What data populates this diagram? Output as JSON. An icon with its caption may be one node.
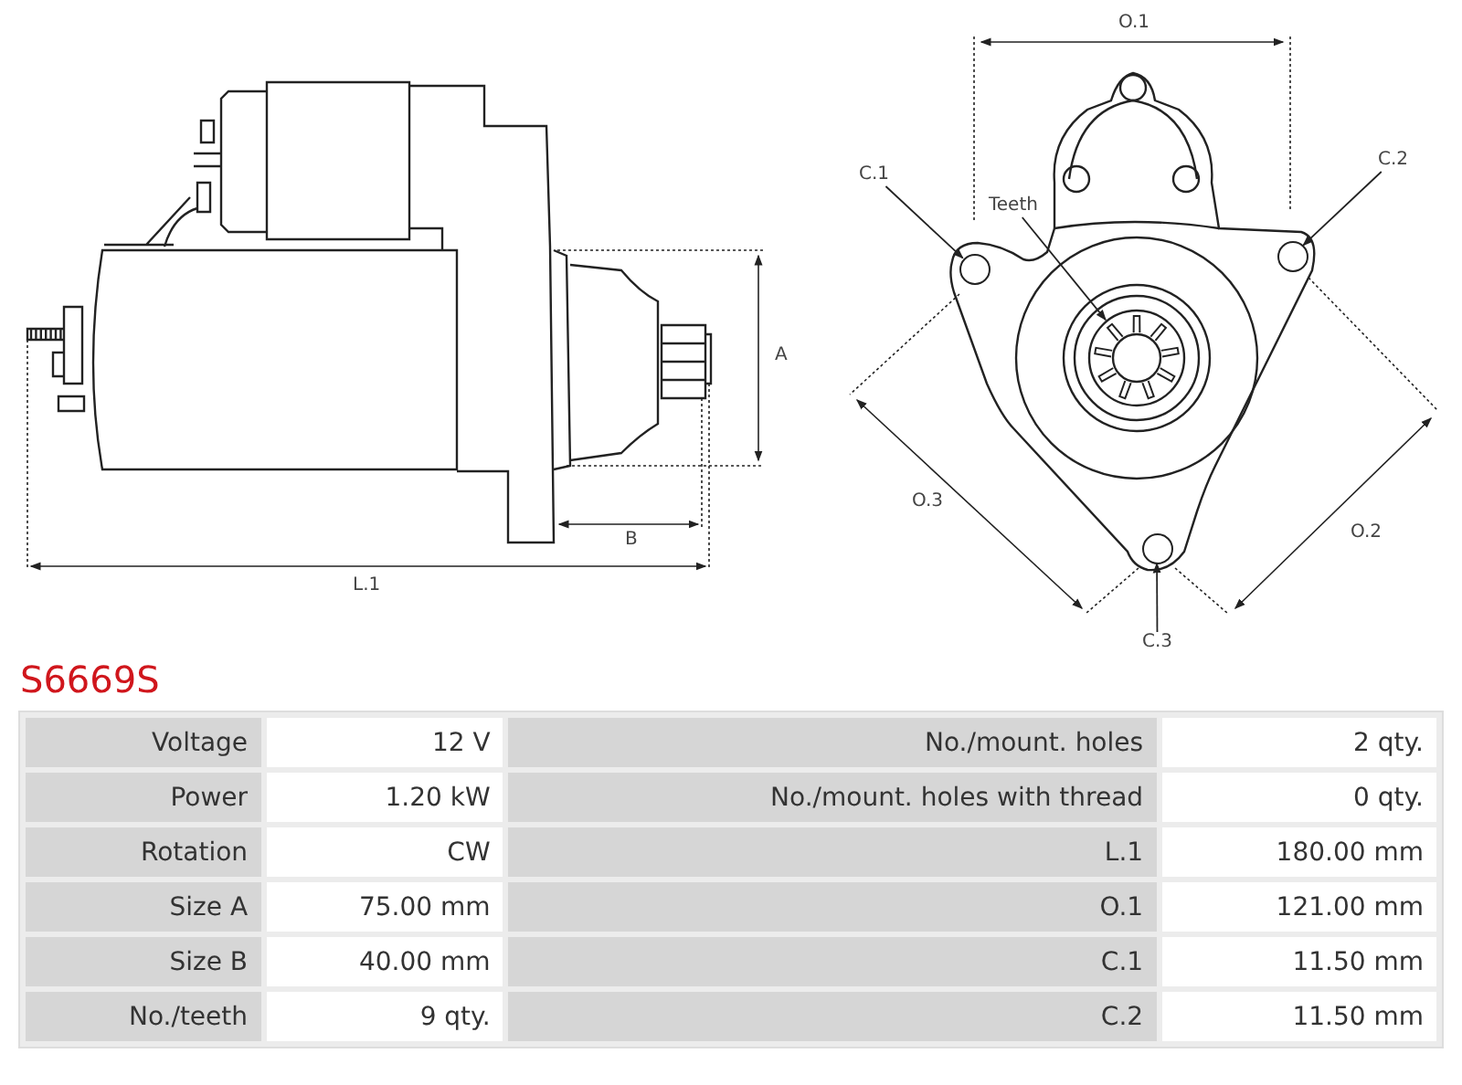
{
  "diagram": {
    "title": "S6669S",
    "nodes": [
      {
        "text": [
          "C.1"
        ]
      },
      {
        "text": [
          "C.2"
        ]
      },
      {
        "text": [
          "Teeth"
        ]
      },
      {
        "text": [
          "C.3"
        ]
      },
      {
        "text": [],
        "shape": "circle"
      },
      {
        "text": [],
        "shape": "circle"
      },
      {
        "text": [],
        "shape": "circle"
      },
      {
        "text": [],
        "shape": "picture"
      }
    ],
    "edges": [
      {
        "from": 0,
        "to": 4,
        "arrow": "to"
      },
      {
        "from": 1,
        "to": 5,
        "arrow": "to"
      },
      {
        "from": 2,
        "to": 7,
        "arrow": "to"
      },
      {
        "from": 3,
        "to": 6,
        "arrow": "to"
      }
    ],
    "labels": [
      "A",
      "B",
      "L.1",
      "O.1",
      "O.3",
      "O.2",
      "Voltage",
      "12 V",
      "No./mount. holes",
      "2 qty.",
      "Power",
      "1.20 kW",
      "No./mount. holes with thread",
      "0 qty.",
      "Rotation",
      "CW",
      "L.1",
      "180.00 mm",
      "Size A",
      "75.00 mm",
      "O.1",
      "121.00 mm",
      "Size B",
      "40.00 mm",
      "C.1",
      "11.50 mm",
      "No./teeth",
      "9 qty.",
      "C.2",
      "11.50 mm"
    ]
  }
}
